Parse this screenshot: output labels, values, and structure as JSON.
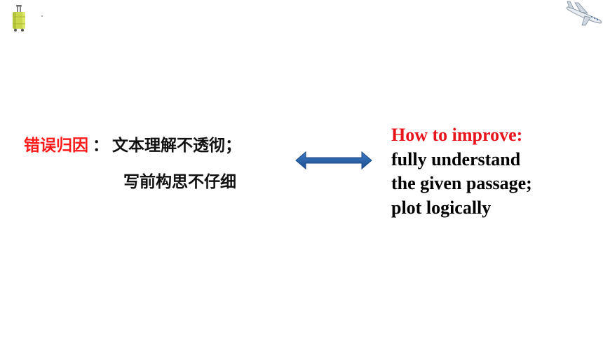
{
  "colors": {
    "accent_red": "#ff1a1a",
    "heading_red": "#e8141c",
    "arrow_blue": "#2a62a8",
    "text": "#111111",
    "background": "#ffffff"
  },
  "icons": {
    "top_left": "luggage-icon",
    "top_right": "airplane-icon",
    "center": "double-arrow-icon"
  },
  "left": {
    "label": "错误归因",
    "separator": "：",
    "line1": "文本理解不透彻；",
    "line2": "写前构思不仔细"
  },
  "right": {
    "heading": "How to improve:",
    "lines": [
      "fully understand",
      "the given passage;",
      "plot logically"
    ]
  }
}
